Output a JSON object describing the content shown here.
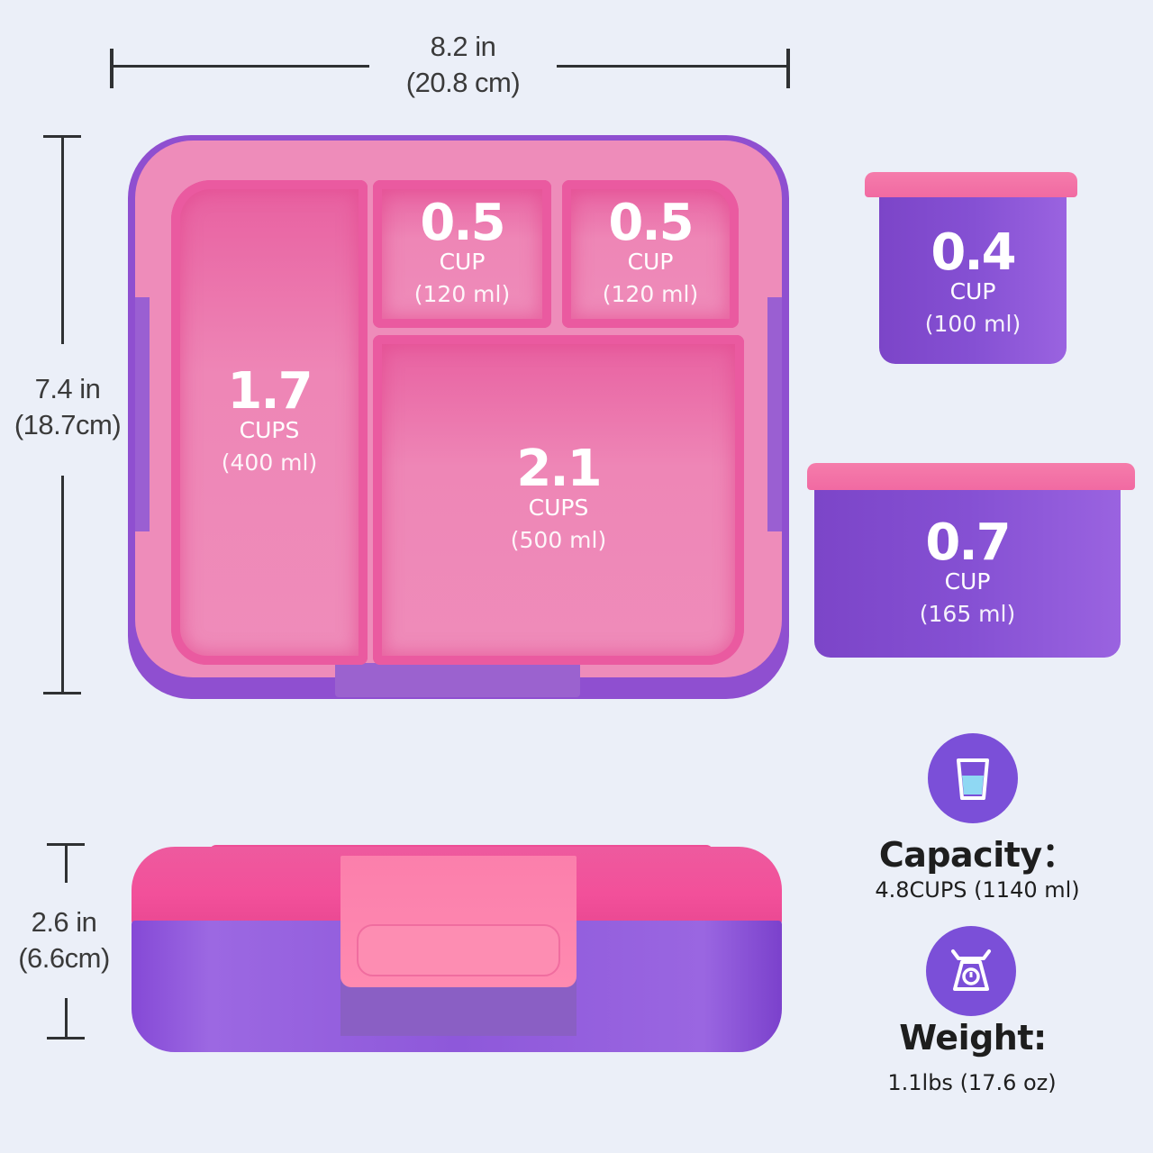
{
  "dimensions": {
    "width": {
      "inches": "8.2 in",
      "cm": "(20.8 cm)"
    },
    "length": {
      "inches": "7.4 in",
      "cm": "(18.7cm)"
    },
    "height": {
      "inches": "2.6 in",
      "cm": "(6.6cm)"
    }
  },
  "tray": {
    "compartments": [
      {
        "id": "large-left",
        "amount": "1.7",
        "unit": "CUPS",
        "ml": "(400 ml)"
      },
      {
        "id": "small-top-left",
        "amount": "0.5",
        "unit": "CUP",
        "ml": "(120 ml)"
      },
      {
        "id": "small-top-right",
        "amount": "0.5",
        "unit": "CUP",
        "ml": "(120 ml)"
      },
      {
        "id": "main",
        "amount": "2.1",
        "unit": "CUPS",
        "ml": "(500 ml)"
      }
    ]
  },
  "containers": [
    {
      "id": "small",
      "amount": "0.4",
      "unit": "CUP",
      "ml": "(100 ml)"
    },
    {
      "id": "medium",
      "amount": "0.7",
      "unit": "CUP",
      "ml": "(165 ml)"
    }
  ],
  "specs": {
    "capacity": {
      "icon": "glass-of-water-icon",
      "label": "Capacity：",
      "value": "4.8CUPS (1140 ml)"
    },
    "weight": {
      "icon": "kitchen-scale-icon",
      "label": "Weight:",
      "value": "1.1lbs (17.6 oz)"
    }
  },
  "colors": {
    "background": "#ebeff8",
    "pink": "#ef8cba",
    "hot_pink": "#f2509a",
    "purple": "#8550d3",
    "icon_purple": "#7b4fd8",
    "water_blue": "#8fd8f3"
  }
}
